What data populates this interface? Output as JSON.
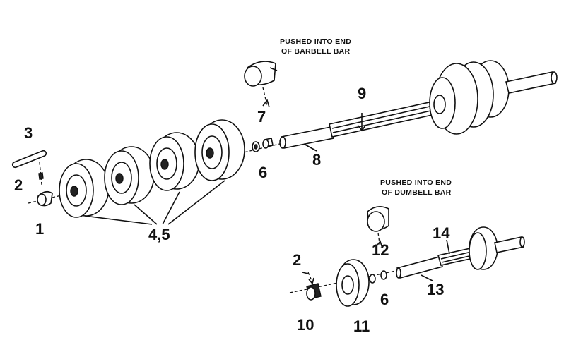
{
  "labels": {
    "p1": "1",
    "p2a": "2",
    "p2b": "2",
    "p3": "3",
    "p45": "4,5",
    "p6a": "6",
    "p6b": "6",
    "p7": "7",
    "p8": "8",
    "p9": "9",
    "p10": "10",
    "p11": "11",
    "p12": "12",
    "p13": "13",
    "p14": "14"
  },
  "notes": {
    "barbell_line1": "PUSHED INTO END",
    "barbell_line2": "OF BARBELL BAR",
    "dumbell_line1": "PUSHED INTO END",
    "dumbell_line2": "OF DUMBELL BAR"
  }
}
